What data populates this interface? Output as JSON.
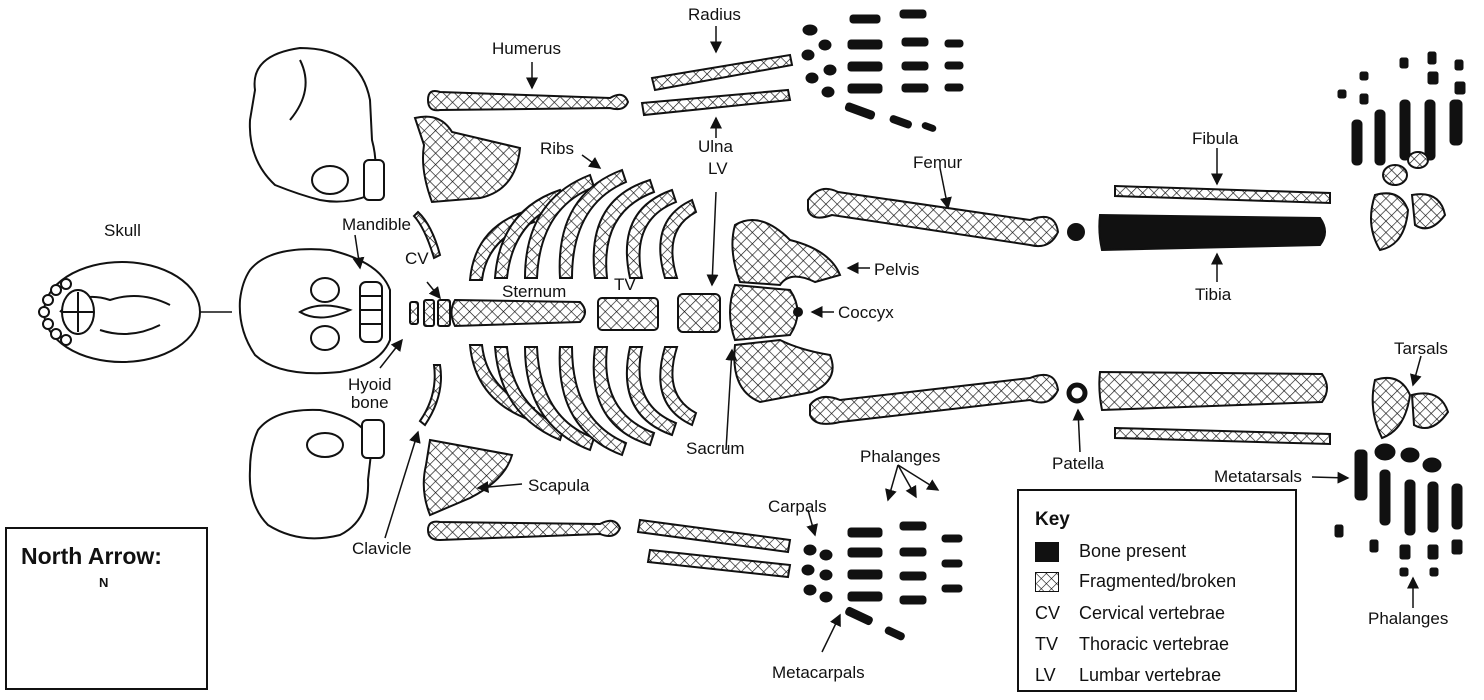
{
  "labels": {
    "skull": "Skull",
    "mandible": "Mandible",
    "hyoid": "Hyoid\nbone",
    "cv": "CV",
    "sternum": "Sternum",
    "tv": "TV",
    "lv": "LV",
    "ribs": "Ribs",
    "humerus": "Humerus",
    "radius": "Radius",
    "ulna": "Ulna",
    "femur": "Femur",
    "fibula": "Fibula",
    "tibia": "Tibia",
    "pelvis": "Pelvis",
    "coccyx": "Coccyx",
    "sacrum": "Sacrum",
    "patella": "Patella",
    "tarsals": "Tarsals",
    "metatarsals": "Metatarsals",
    "phalanges_foot": "Phalanges",
    "phalanges_hand": "Phalanges",
    "carpals": "Carpals",
    "metacarpals": "Metacarpals",
    "scapula": "Scapula",
    "clavicle": "Clavicle"
  },
  "key": {
    "title": "Key",
    "items": [
      {
        "symbol": "solid",
        "label": "Bone present"
      },
      {
        "symbol": "hatch",
        "label": "Fragmented/broken"
      },
      {
        "abbr": "CV",
        "label": "Cervical vertebrae"
      },
      {
        "abbr": "TV",
        "label": "Thoracic vertebrae"
      },
      {
        "abbr": "LV",
        "label": "Lumbar vertebrae"
      }
    ]
  },
  "north": {
    "title": "North Arrow:",
    "letter": "N"
  },
  "colors": {
    "ink": "#111111",
    "background": "#ffffff"
  }
}
